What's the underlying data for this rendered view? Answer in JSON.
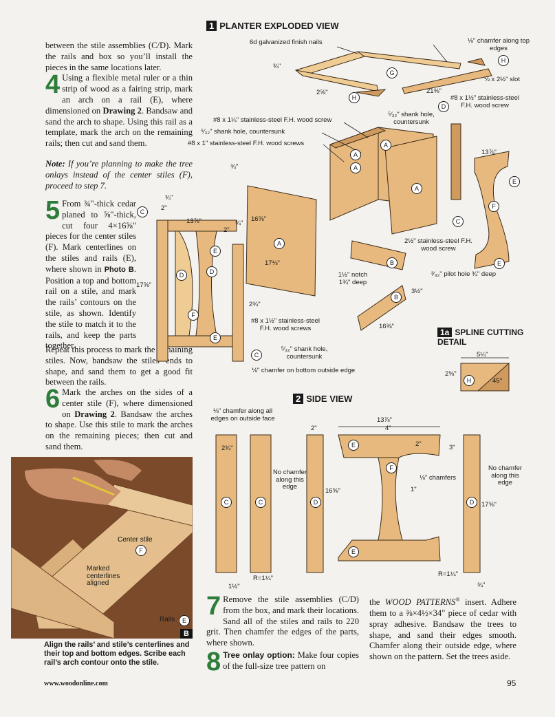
{
  "col_left": {
    "p1": "between the stile assemblies (C/D). Mark the rails and box so you’ll install the pieces in the same locations later.",
    "step4_num": "4",
    "step4_a": "Using a flexible metal ruler or a thin strip of wood as a fairing strip, mark an arch on a rail (E), where dimensioned on ",
    "step4_drawing": "Drawing 2",
    "step4_b": ". Bandsaw and sand the arch to shape. Using this rail as a template, mark the arch on the remaining rails; then cut and sand them.",
    "note_label": "Note:",
    "note_text": " If you’re planning to make the tree onlays instead of the center stiles (F), proceed to step 7.",
    "step5_num": "5",
    "step5_a": "From ¾\"-thick cedar planed to ⅝\"-thick, cut four 4×16⅝\" pieces for the center stiles (F). Mark centerlines on the stiles and rails (E), where shown in ",
    "step5_photo": "Photo B",
    "step5_b": ". Position a top and bottom rail on a stile, and mark the rails’ contours on the stile, as shown. Identify the stile to match it to the rails, and keep the parts together.",
    "step5_c": "Repeat this process to mark the remaining stiles. Now, bandsaw the stiles’ ends to shape, and sand them to get a good fit between the rails.",
    "step6_num": "6",
    "step6_a": "Mark the arches on the sides of a center stile (F), where dimensioned on ",
    "step6_drawing": "Drawing 2",
    "step6_b": ". Bandsaw the arches to shape. Use this stile to mark the arches on the remaining pieces; then cut and sand them."
  },
  "photo": {
    "label_center": "Center stile",
    "label_marked": "Marked centerlines aligned",
    "label_rails": "Rails",
    "badge": "B",
    "callout_f": "F",
    "callout_e": "E",
    "caption": "Align the rails’ and stile’s centerlines and their top and bottom edges. Scribe each rail’s arch contour onto the stile."
  },
  "drawing1": {
    "num": "1",
    "title": "PLANTER EXPLODED VIEW",
    "labels": {
      "finish_nails": "6d galvanized finish nails",
      "chamfer_top": "⅛\" chamfer along top edges",
      "three_quarter_a": "¾\"",
      "slot": "⅛ x 2½\" slot",
      "two_five_eighths": "2⅝\"",
      "twentyone": "21⅜\"",
      "screw_a": "#8 x 1½\" stainless-steel F.H. wood screw",
      "screw_125": "#8 x 1¼\" stainless-steel F.H. wood screw",
      "shank_csk": "⁵⁄₃₂\" shank hole, countersunk",
      "shank_csk2": "⁵⁄₃₂\" shank hole, countersunk",
      "screw_1": "#8 x 1\" stainless-steel F.H. wood screws",
      "three_quarter_b": "¾\"",
      "dim_137": "13⅞\"",
      "dim_166": "16⅝\"",
      "dim_171": "17⅛\"",
      "dim_175": "17⅝\"",
      "dim_2a": "2\"",
      "dim_2b": "2\"",
      "dim_34c": "¾\"",
      "dim_34d": "¾\"",
      "dim_234": "2¾\"",
      "screw_2": "2½\" stainless-steel F.H. wood screw",
      "notch": "1½\" notch 1¾\" deep",
      "pilot": "³⁄₃₂\" pilot hole ¾\" deep",
      "dim_312": "3½\"",
      "dim_163": "16⅜\"",
      "screw_b": "#8 x 1½\" stainless-steel F.H. wood screws",
      "shank_b": "⁵⁄₃₂\" shank hole, countersunk",
      "chamfer_bottom": "⅛\" chamfer on bottom outside edge",
      "dim_137b": "13⅞\""
    },
    "callouts": [
      "A",
      "B",
      "C",
      "D",
      "E",
      "F",
      "G",
      "H"
    ]
  },
  "drawing1a": {
    "num": "1a",
    "title": "SPLINE CUTTING DETAIL",
    "dim_w": "5¼\"",
    "dim_h": "2⅝\"",
    "angle": "45°",
    "callout": "H"
  },
  "drawing2": {
    "num": "2",
    "title": "SIDE VIEW",
    "chamfer_all": "⅛\" chamfer along all edges on outside face",
    "dim_234": "2¾\"",
    "dim_2a": "2\"",
    "dim_1378": "13⅞\"",
    "dim_4": "4\"",
    "dim_2b": "2\"",
    "dim_3": "3\"",
    "no_chamfer_l": "No chamfer along this edge",
    "no_chamfer_r": "No chamfer along this edge",
    "dim_1658": "16⅝\"",
    "dim_1758": "17⅝\"",
    "chamfers": "⅛\" chamfers",
    "dim_1": "1\"",
    "r_left": "R=1¼\"",
    "r_right": "R=1¼\"",
    "dim_112": "1½\"",
    "dim_34": "¾\""
  },
  "col_bottom_mid": {
    "step7_num": "7",
    "step7": "Remove the stile assemblies (C/D) from the box, and mark their locations. Sand all of the stiles and rails to 220 grit. Then chamfer the edges of the parts, where shown.",
    "step8_num": "8",
    "step8_label": "Tree onlay option:",
    "step8": " Make four copies of the full-size tree pattern on"
  },
  "col_bottom_right": {
    "text_a": "the ",
    "text_wp": "WOOD PATTERNS",
    "text_reg": "®",
    "text_b": " insert. Adhere them to a ⅜×4½×34\" piece of cedar with spray adhesive. Bandsaw the trees to shape, and sand their edges smooth. Chamfer along their outside edge, where shown on the pattern. Set the trees aside."
  },
  "footer": {
    "url": "www.woodonline.com",
    "page": "95"
  }
}
